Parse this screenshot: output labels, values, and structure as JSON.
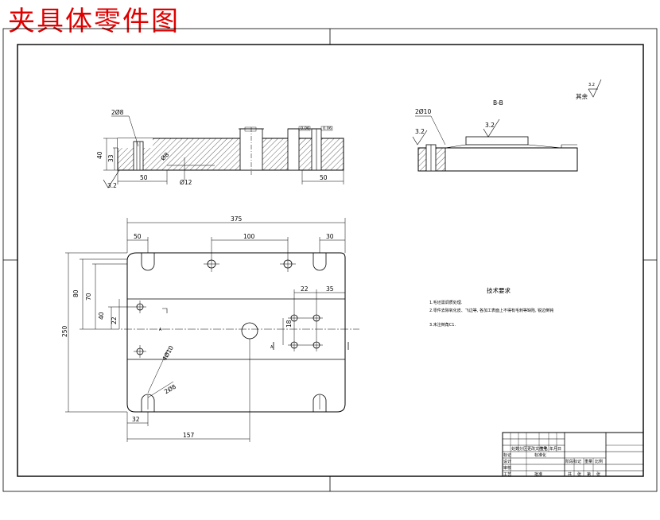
{
  "title": "夹具体零件图",
  "colors": {
    "title": "#e00000",
    "line": "#000000",
    "hatch": "#000000"
  },
  "section_view": {
    "label": "B-B",
    "hole_callout": "2Ø10",
    "roughness": "3.2",
    "roughness_top": "3.2"
  },
  "roughness_rest": {
    "label": "其余",
    "value": "3.2"
  },
  "front_view": {
    "hole_callout": "2Ø8",
    "roughness": "3.2",
    "dims": {
      "thickness": "40",
      "step_height": "33",
      "left_offset": "50",
      "right_offset": "50",
      "bore_label": "Ø12",
      "hole_label": "Ø8",
      "tolerance_a": "0.06",
      "tolerance_b": "0.06"
    }
  },
  "top_view": {
    "dims": {
      "overall_length": "375",
      "left_slot": "50",
      "pin_pitch": "100",
      "right_slot": "30",
      "height_total": "250",
      "h1": "80",
      "h2": "70",
      "h3": "40",
      "h4": "22",
      "v1": "22",
      "v2": "35",
      "v3": "18",
      "bottom_left": "32",
      "bottom_center": "157",
      "hole_4x": "4Ø10",
      "hole_2x": "2Ø8",
      "mark_a": "A"
    }
  },
  "tech_requirements": {
    "heading": "技术要求",
    "items": [
      "1.毛坯需调质处理.",
      "2.零件去除氧化皮、飞边等, 各加工表面上不得有毛刺等缺陷, 锐边倒钝",
      "3.未注倒角C1."
    ]
  },
  "title_block": {
    "labels": [
      "标记",
      "处数",
      "分区",
      "更改文件号",
      "签名",
      "年月日",
      "设计",
      "标准化",
      "阶段标记",
      "重量",
      "比例",
      "审核",
      "工艺",
      "批准",
      "共",
      "张",
      "第",
      "张"
    ]
  }
}
